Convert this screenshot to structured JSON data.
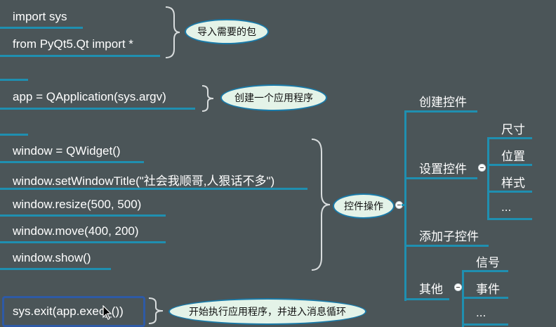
{
  "code_lines": [
    "import sys",
    "from PyQt5.Qt import *",
    "app = QApplication(sys.argv)",
    "window = QWidget()",
    "window.setWindowTitle(\"社会我顺哥,人狠话不多\")",
    "window.resize(500, 500)",
    "window.move(400, 200)",
    "window.show()",
    "sys.exit(app.exec_())"
  ],
  "bubbles": {
    "imports": "导入需要的包",
    "app": "创建一个应用程序",
    "widget_ops": "控件操作",
    "exit": "开始执行应用程序，并进入消息循环"
  },
  "mindmap": {
    "create": "创建控件",
    "settings": "设置控件",
    "settings_children": [
      "尺寸",
      "位置",
      "样式",
      "..."
    ],
    "add_child": "添加子控件",
    "other": "其他",
    "other_children": [
      "信号",
      "事件",
      "..."
    ]
  },
  "colors": {
    "background": "#4b5558",
    "line": "#1f8fb0",
    "bubble_fill": "#e4f3e8",
    "selection": "#2e5aa6"
  },
  "icons": [
    "collapse-icon",
    "mouse-cursor-icon"
  ]
}
